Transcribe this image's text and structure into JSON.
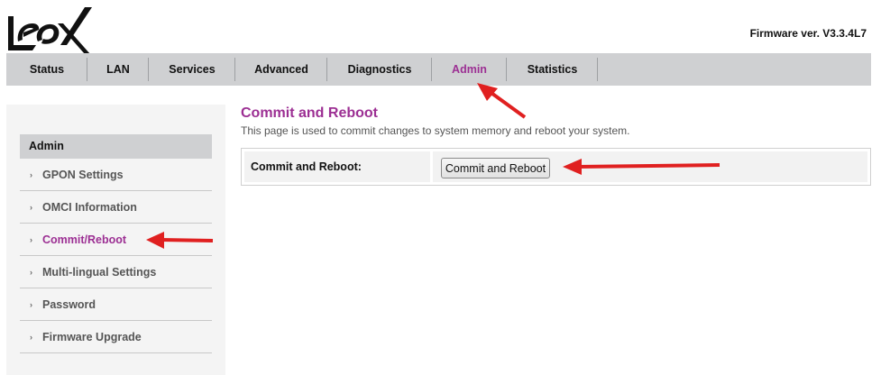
{
  "header": {
    "logo_text": "leox",
    "firmware": "Firmware ver. V3.3.4L7"
  },
  "nav": {
    "items": [
      {
        "label": "Status",
        "active": false
      },
      {
        "label": "LAN",
        "active": false
      },
      {
        "label": "Services",
        "active": false
      },
      {
        "label": "Advanced",
        "active": false
      },
      {
        "label": "Diagnostics",
        "active": false
      },
      {
        "label": "Admin",
        "active": true
      },
      {
        "label": "Statistics",
        "active": false
      }
    ]
  },
  "sidebar": {
    "heading": "Admin",
    "items": [
      {
        "label": "GPON Settings",
        "active": false
      },
      {
        "label": "OMCI Information",
        "active": false
      },
      {
        "label": "Commit/Reboot",
        "active": true
      },
      {
        "label": "Multi-lingual Settings",
        "active": false
      },
      {
        "label": "Password",
        "active": false
      },
      {
        "label": "Firmware Upgrade",
        "active": false
      }
    ],
    "chevron_icon": "›"
  },
  "main": {
    "title": "Commit and Reboot",
    "description": "This page is used to commit changes to system memory and reboot your system.",
    "row_label": "Commit and Reboot:",
    "button_label": "Commit and Reboot"
  },
  "colors": {
    "accent": "#9c2f93",
    "nav_bg": "#cfd0d2",
    "sidebar_bg": "#f4f4f4",
    "annotation_arrow": "#e02020"
  }
}
